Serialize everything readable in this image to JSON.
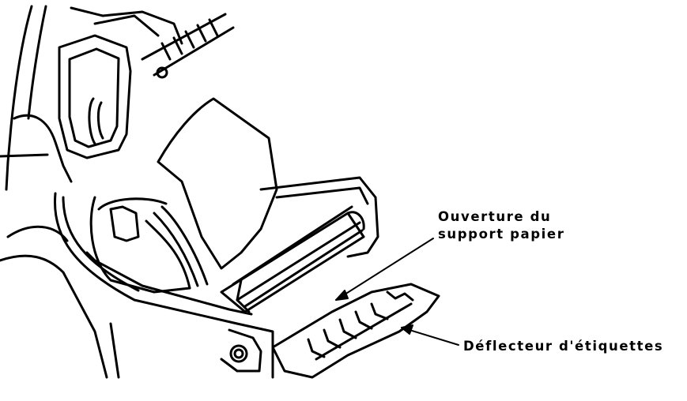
{
  "callouts": {
    "media_holder_opening": {
      "line1": "Ouverture du",
      "line2": "support papier"
    },
    "label_deflector": {
      "text": "Déflecteur d'étiquettes"
    }
  },
  "colors": {
    "ink": "#000000",
    "paper": "#ffffff"
  }
}
